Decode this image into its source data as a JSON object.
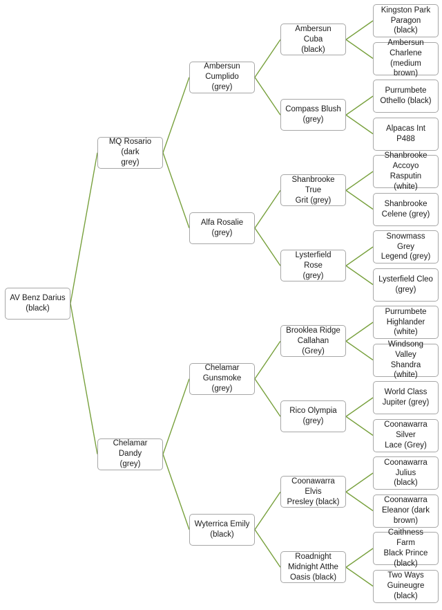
{
  "pedigree": {
    "name": "AV Benz Darius\n(black)",
    "children": [
      {
        "name": "MQ Rosario (dark\ngrey)",
        "children": [
          {
            "name": "Ambersun\nCumplido (grey)",
            "children": [
              {
                "name": "Ambersun Cuba\n(black)",
                "children": [
                  {
                    "name": "Kingston Park\nParagon (black)"
                  },
                  {
                    "name": "Ambersun\nCharlene (medium\nbrown)"
                  }
                ]
              },
              {
                "name": "Compass Blush\n(grey)",
                "children": [
                  {
                    "name": "Purrumbete\nOthello (black)"
                  },
                  {
                    "name": "Alpacas Int P488"
                  }
                ]
              }
            ]
          },
          {
            "name": "Alfa Rosalie (grey)",
            "children": [
              {
                "name": "Shanbrooke True\nGrit (grey)",
                "children": [
                  {
                    "name": "Shanbrooke\nAccoyo Rasputin\n(white)"
                  },
                  {
                    "name": "Shanbrooke\nCelene (grey)"
                  }
                ]
              },
              {
                "name": "Lysterfield Rose\n(grey)",
                "children": [
                  {
                    "name": "Snowmass Grey\nLegend (grey)"
                  },
                  {
                    "name": "Lysterfield Cleo\n(grey)"
                  }
                ]
              }
            ]
          }
        ]
      },
      {
        "name": "Chelamar Dandy\n(grey)",
        "children": [
          {
            "name": "Chelamar\nGunsmoke (grey)",
            "children": [
              {
                "name": "Brooklea Ridge\nCallahan (Grey)",
                "children": [
                  {
                    "name": "Purrumbete\nHighlander (white)"
                  },
                  {
                    "name": "Windsong Valley\nShandra (white)"
                  }
                ]
              },
              {
                "name": "Rico Olympia\n(grey)",
                "children": [
                  {
                    "name": "World Class\nJupiter (grey)"
                  },
                  {
                    "name": "Coonawarra Silver\nLace (Grey)"
                  }
                ]
              }
            ]
          },
          {
            "name": "Wyterrica Emily\n(black)",
            "children": [
              {
                "name": "Coonawarra Elvis\nPresley (black)",
                "children": [
                  {
                    "name": "Coonawarra Julius\n(black)"
                  },
                  {
                    "name": "Coonawarra\nEleanor (dark\nbrown)"
                  }
                ]
              },
              {
                "name": "Roadnight\nMidnight Atthe\nOasis (black)",
                "children": [
                  {
                    "name": "Caithness Farm\nBlack Prince\n(black)"
                  },
                  {
                    "name": "Two Ways\nGuineugre (black)"
                  }
                ]
              }
            ]
          }
        ]
      }
    ]
  },
  "colors": {
    "connector": "#77a03c",
    "border": "#a6a6a6",
    "text": "#1a1a1a"
  }
}
